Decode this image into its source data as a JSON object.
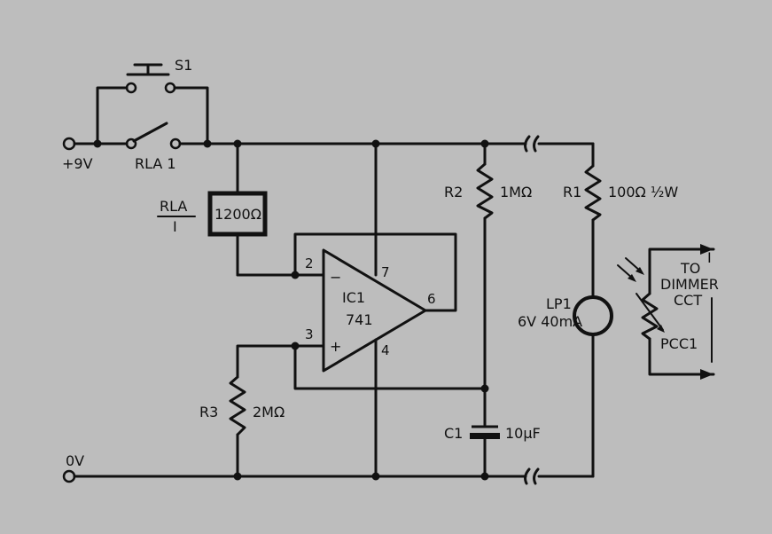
{
  "labels": {
    "s1": "S1",
    "plus9v": "+9V",
    "rla1": "RLA 1",
    "rla_top": "RLA",
    "rla_bottom": "I",
    "rla_coil": "1200Ω",
    "zero_v": "0V",
    "r2": "R2",
    "r2_value": "1MΩ",
    "r1": "R1",
    "r1_value": "100Ω ½W",
    "r3": "R3",
    "r3_value": "2MΩ",
    "c1": "C1",
    "c1_value": "10µF",
    "ic_name": "IC1",
    "ic_type": "741",
    "pin2": "2",
    "pin3": "3",
    "pin4": "4",
    "pin6": "6",
    "pin7": "7",
    "minus": "−",
    "plus": "+",
    "lp1": "LP1",
    "lp1_value": "6V 40mA",
    "pcc1": "PCC1",
    "to": "TO",
    "dimmer": "DIMMER",
    "cct": "CCT",
    "to_mark": "I"
  },
  "colors": {
    "background": "#bdbdbd",
    "ink": "#111111"
  }
}
